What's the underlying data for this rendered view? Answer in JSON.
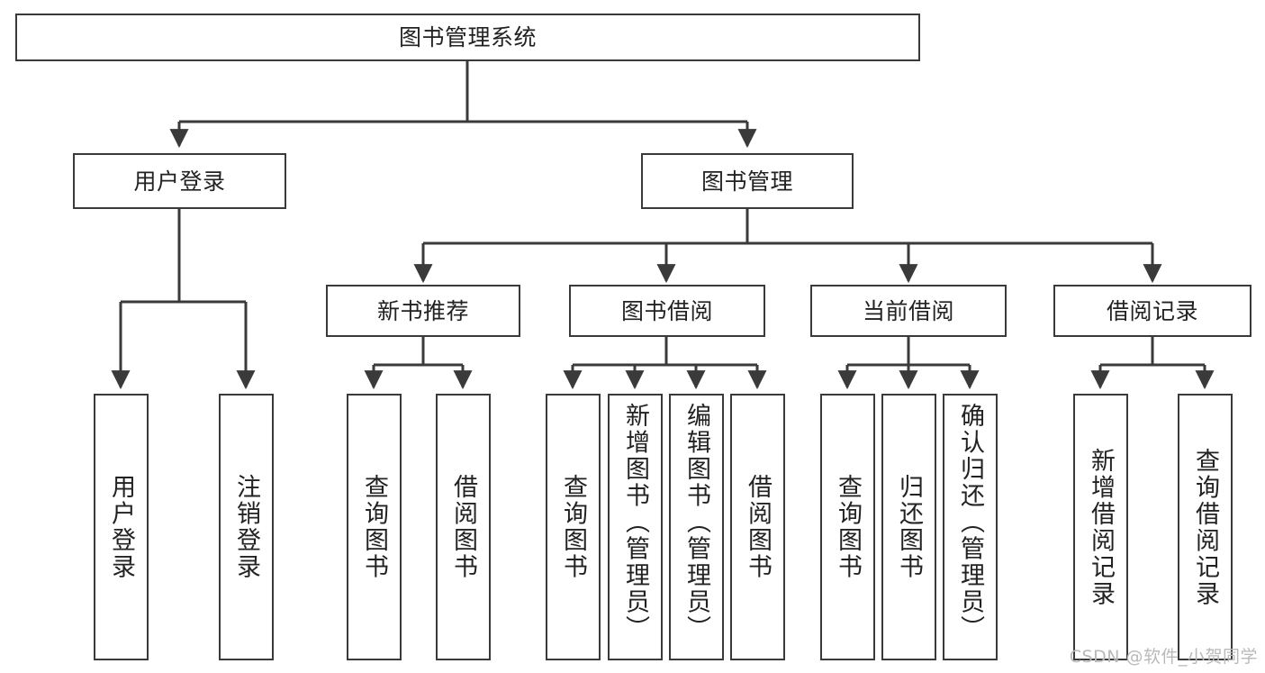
{
  "diagram": {
    "title": "图书管理系统",
    "type": "hierarchy-tree",
    "watermark": "CSDN @软件_小贺同学",
    "colors": {
      "stroke": "#3a3a3a",
      "text": "#222222",
      "background": "#ffffff",
      "watermark": "#b9b9b9"
    },
    "nodes": {
      "root": {
        "label": "图书管理系统"
      },
      "level2": [
        {
          "id": "user-login",
          "label": "用户登录"
        },
        {
          "id": "book-management",
          "label": "图书管理"
        }
      ],
      "level3": [
        {
          "id": "new-book-recommend",
          "label": "新书推荐"
        },
        {
          "id": "book-borrow",
          "label": "图书借阅"
        },
        {
          "id": "current-borrow",
          "label": "当前借阅"
        },
        {
          "id": "borrow-record",
          "label": "借阅记录"
        }
      ],
      "leaves": {
        "user-login": [
          {
            "id": "leaf-user-login",
            "label": "用户登录"
          },
          {
            "id": "leaf-logout",
            "label": "注销登录"
          }
        ],
        "new-book-recommend": [
          {
            "id": "leaf-query-book-1",
            "label": "查询图书"
          },
          {
            "id": "leaf-borrow-book-1",
            "label": "借阅图书"
          }
        ],
        "book-borrow": [
          {
            "id": "leaf-query-book-2",
            "label": "查询图书"
          },
          {
            "id": "leaf-add-book",
            "label": "新增图书（管理员）"
          },
          {
            "id": "leaf-edit-book",
            "label": "编辑图书（管理员）"
          },
          {
            "id": "leaf-borrow-book-2",
            "label": "借阅图书"
          }
        ],
        "current-borrow": [
          {
            "id": "leaf-query-book-3",
            "label": "查询图书"
          },
          {
            "id": "leaf-return-book",
            "label": "归还图书"
          },
          {
            "id": "leaf-confirm-return",
            "label": "确认归还（管理员）"
          }
        ],
        "borrow-record": [
          {
            "id": "leaf-add-record",
            "label": "新增借阅记录"
          },
          {
            "id": "leaf-query-record",
            "label": "查询借阅记录"
          }
        ]
      }
    }
  }
}
